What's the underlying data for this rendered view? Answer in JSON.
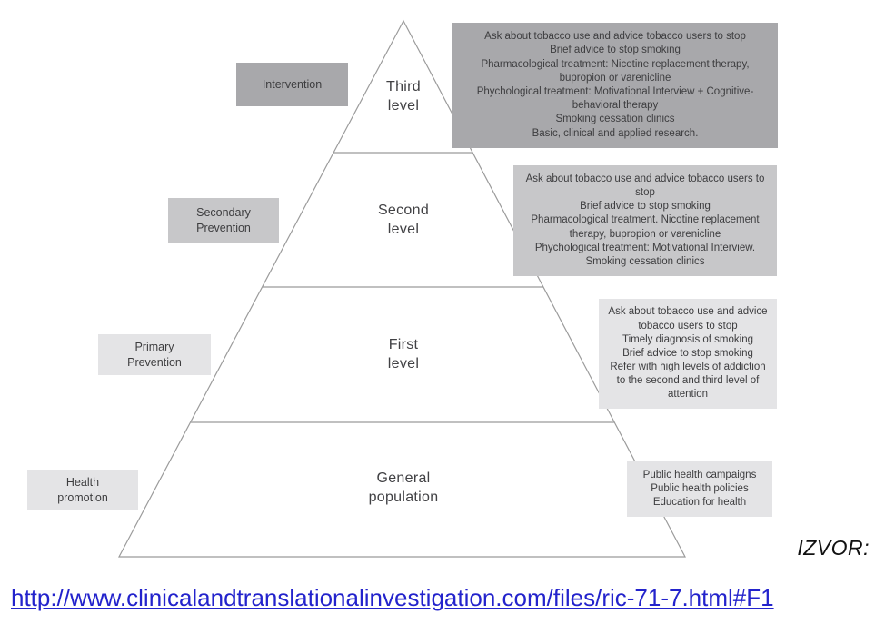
{
  "colors": {
    "dark": "#a8a8ab",
    "medium": "#c7c7c9",
    "light": "#e4e4e6",
    "line": "#9b9b9b",
    "text": "#3d3d3f",
    "link": "#2323cc"
  },
  "pyramid_levels": [
    {
      "label": "Third\nlevel"
    },
    {
      "label": "Second\nlevel"
    },
    {
      "label": "First\nlevel"
    },
    {
      "label": "General\npopulation"
    }
  ],
  "side_labels": [
    {
      "label": "Intervention"
    },
    {
      "label": "Secondary\nPrevention"
    },
    {
      "label": "Primary\nPrevention"
    },
    {
      "label": "Health\npromotion"
    }
  ],
  "detail_boxes": [
    {
      "items": [
        "Ask about tobacco use and advice tobacco users to stop",
        "Brief advice to stop smoking",
        "Pharmacological treatment: Nicotine replacement therapy, bupropion or varenicline",
        "Phychological treatment: Motivational Interview + Cognitive-behavioral therapy",
        "Smoking cessation clinics",
        "Basic, clinical and applied research."
      ]
    },
    {
      "items": [
        "Ask about tobacco use and advice tobacco users to stop",
        "Brief advice to stop smoking",
        "Pharmacological treatment. Nicotine replacement therapy, bupropion or varenicline",
        "Phychological treatment: Motivational Interview.",
        "Smoking cessation clinics"
      ]
    },
    {
      "items": [
        "Ask about tobacco use and advice tobacco users to stop",
        "Timely diagnosis of smoking",
        "Brief advice to stop smoking",
        "Refer with high levels of addiction to the second and third level of attention"
      ]
    },
    {
      "items": [
        "Public health campaigns",
        "Public health policies",
        "Education for health"
      ]
    }
  ],
  "source": {
    "label": "IZVOR:",
    "url_text": "http://www.clinicalandtranslationalinvestigation.com/files/ric-71-7.html#F1"
  }
}
